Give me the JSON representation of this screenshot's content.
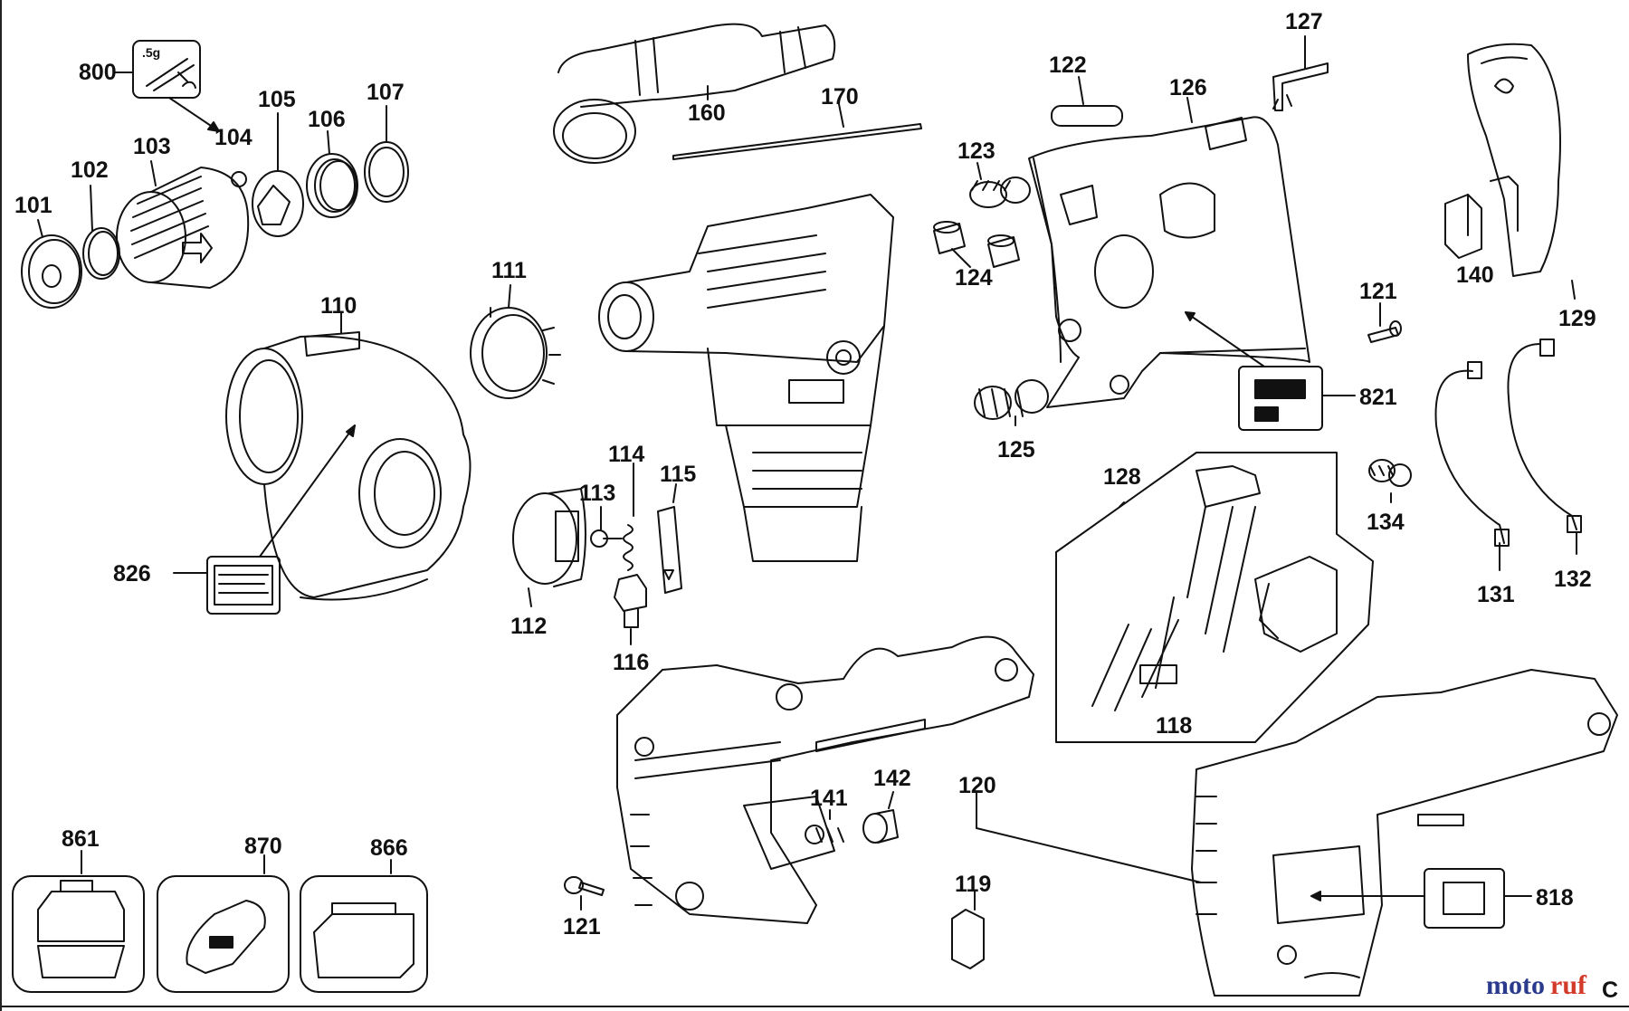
{
  "diagram": {
    "callouts": {
      "p800": "800",
      "p104": "104",
      "p105": "105",
      "p106": "106",
      "p107": "107",
      "p101": "101",
      "p102": "102",
      "p103": "103",
      "p110": "110",
      "p111": "111",
      "p160": "160",
      "p170": "170",
      "p122": "122",
      "p126": "126",
      "p127": "127",
      "p123": "123",
      "p124": "124",
      "p125": "125",
      "p121a": "121",
      "p821": "821",
      "p129": "129",
      "p140": "140",
      "p128": "128",
      "p134": "134",
      "p131": "131",
      "p132": "132",
      "p118": "118",
      "p114": "114",
      "p115": "115",
      "p113": "113",
      "p112": "112",
      "p116": "116",
      "p826": "826",
      "p141": "141",
      "p142": "142",
      "p120": "120",
      "p119": "119",
      "p121b": "121",
      "p818": "818",
      "p861": "861",
      "p870": "870",
      "p866": "866"
    },
    "grease_label": ".5g",
    "watermark": {
      "part1": "moto",
      "part2": "ruf",
      "part3": "C"
    }
  }
}
